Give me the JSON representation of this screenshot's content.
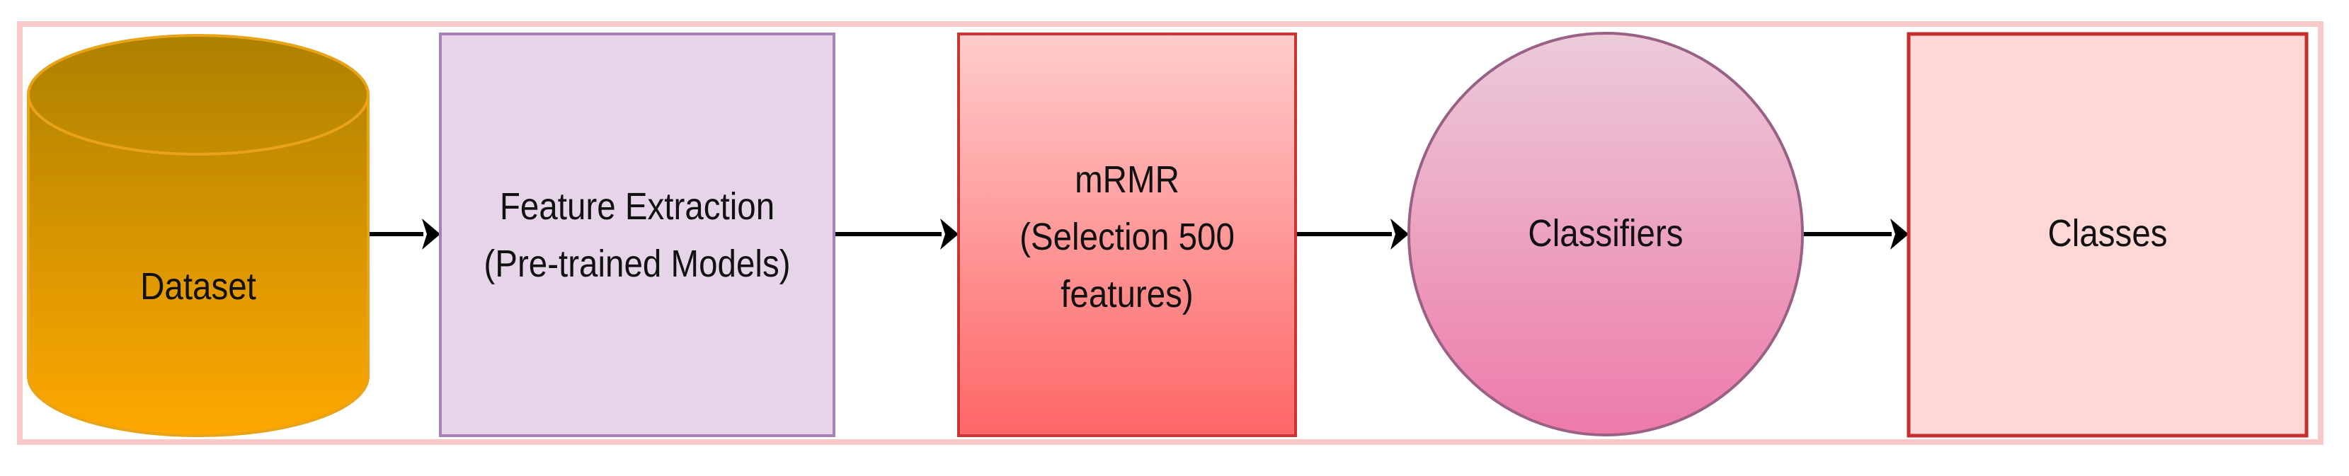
{
  "diagram": {
    "nodes": [
      {
        "id": "dataset",
        "shape": "cylinder",
        "label": "Dataset",
        "fill_top": "#ad8100",
        "fill_bottom": "#ffa800",
        "stroke": "#e8a319"
      },
      {
        "id": "feature-extraction",
        "shape": "rectangle",
        "label": "Feature Extraction\n(Pre-trained Models)",
        "fill": "#e6d5e9",
        "stroke": "#a680b8"
      },
      {
        "id": "mrmr",
        "shape": "rectangle",
        "label": "mRMR\n(Selection 500\nfeatures)",
        "fill_top": "#ffcccc",
        "fill_bottom": "#ff6666",
        "stroke": "#cc3333"
      },
      {
        "id": "classifiers",
        "shape": "circle",
        "label": "Classifiers",
        "fill_top": "#eccbd9",
        "fill_bottom": "#ed7aa9",
        "stroke": "#996185"
      },
      {
        "id": "classes",
        "shape": "rectangle",
        "label": "Classes",
        "fill": "#ffd7d4",
        "stroke": "#c62d2d"
      }
    ],
    "edges": [
      {
        "from": "dataset",
        "to": "feature-extraction"
      },
      {
        "from": "feature-extraction",
        "to": "mrmr"
      },
      {
        "from": "mrmr",
        "to": "classifiers"
      },
      {
        "from": "classifiers",
        "to": "classes"
      }
    ],
    "frame_color": "#f7c9c9",
    "arrow_color": "#000000"
  }
}
